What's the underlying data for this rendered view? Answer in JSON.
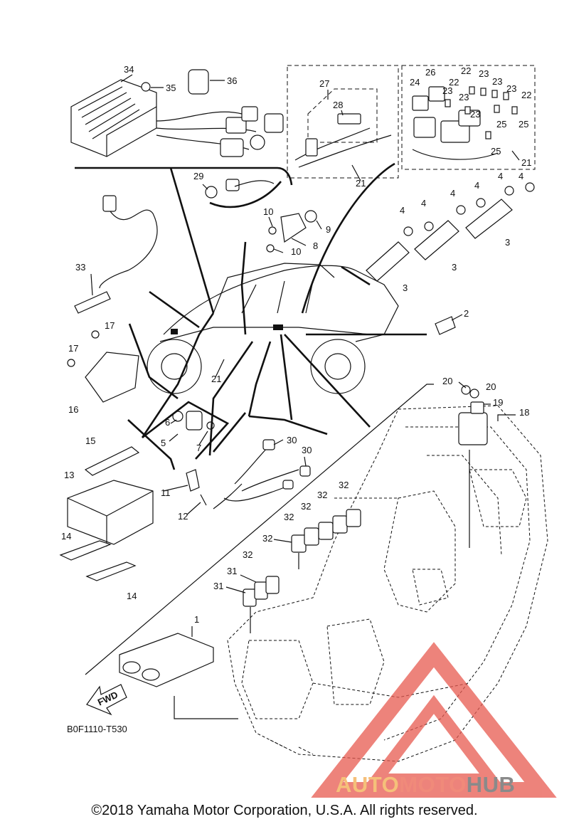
{
  "diagram": {
    "callouts": {
      "c1": "1",
      "c2": "2",
      "c3a": "3",
      "c3b": "3",
      "c3c": "3",
      "c4a": "4",
      "c4b": "4",
      "c4c": "4",
      "c4d": "4",
      "c4e": "4",
      "c4f": "4",
      "c5": "5",
      "c6": "6",
      "c7": "7",
      "c8": "8",
      "c9": "9",
      "c10a": "10",
      "c10b": "10",
      "c11": "11",
      "c12": "12",
      "c13": "13",
      "c14a": "14",
      "c14b": "14",
      "c15": "15",
      "c16": "16",
      "c17a": "17",
      "c17b": "17",
      "c18": "18",
      "c19": "19",
      "c20a": "20",
      "c20b": "20",
      "c21a": "21",
      "c21b": "21",
      "c21c": "21",
      "c22a": "22",
      "c22b": "22",
      "c22c": "22",
      "c23a": "23",
      "c23b": "23",
      "c23c": "23",
      "c23d": "23",
      "c23e": "23",
      "c23f": "23",
      "c24": "24",
      "c25a": "25",
      "c25b": "25",
      "c25c": "25",
      "c26": "26",
      "c27": "27",
      "c28": "28",
      "c29": "29",
      "c30a": "30",
      "c30b": "30",
      "c31a": "31",
      "c31b": "31",
      "c32a": "32",
      "c32b": "32",
      "c32c": "32",
      "c32d": "32",
      "c32e": "32",
      "c32f": "32",
      "c33": "33",
      "c34": "34",
      "c35": "35",
      "c36": "36"
    },
    "fwd_label": "FWD",
    "diagram_code": "B0F1110-T530"
  },
  "watermark": {
    "brand_part1": "AUTO",
    "brand_part2": "MOTO",
    "brand_part3": "HUB",
    "colors": {
      "auto": "#f5c07a",
      "moto": "#f08a7a",
      "hub": "#8a8a8a",
      "triangle": "#e85a50"
    }
  },
  "footer": {
    "copyright": "©2018 Yamaha Motor Corporation, U.S.A. All rights reserved."
  }
}
